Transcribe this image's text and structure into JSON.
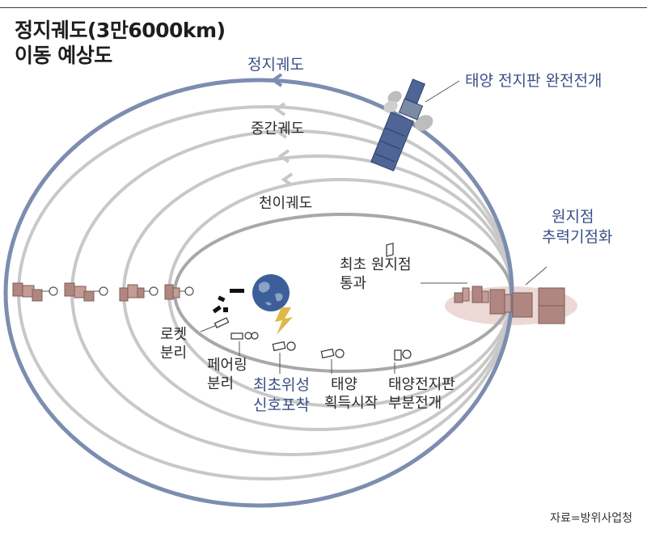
{
  "title": {
    "line1": "정지궤도(3만6000km)",
    "line2": "이동 예상도"
  },
  "orbits": {
    "geo": "정지궤도",
    "middle": "중간궤도",
    "transfer": "천이궤도"
  },
  "annotations": {
    "solar_full": "태양 전지판 완전전개",
    "apogee_line1": "원지점",
    "apogee_line2": "추력기점화",
    "first_apogee_line1": "최초 원지점",
    "first_apogee_line2": "통과",
    "rocket_line1": "로켓",
    "rocket_line2": "분리",
    "fairing_line1": "페어링",
    "fairing_line2": "분리",
    "signal_line1": "최초위성",
    "signal_line2": "신호포착",
    "sun_line1": "태양",
    "sun_line2": "획득시작",
    "solar_partial_line1": "태양전지판",
    "solar_partial_line2": "부분전개"
  },
  "source": "자료=방위사업청",
  "colors": {
    "geo_orbit": "#7c8db0",
    "inner_orbit": "#c8c8c8",
    "transfer_orbit": "#a8a8a8",
    "accent_text": "#3b4f86",
    "satellite_body": "#b08780",
    "solar_panel": "#4f6596",
    "earth": "#3d5f99",
    "lightning": "#e0b84a",
    "apogee_glow": "#ecd8d5"
  }
}
